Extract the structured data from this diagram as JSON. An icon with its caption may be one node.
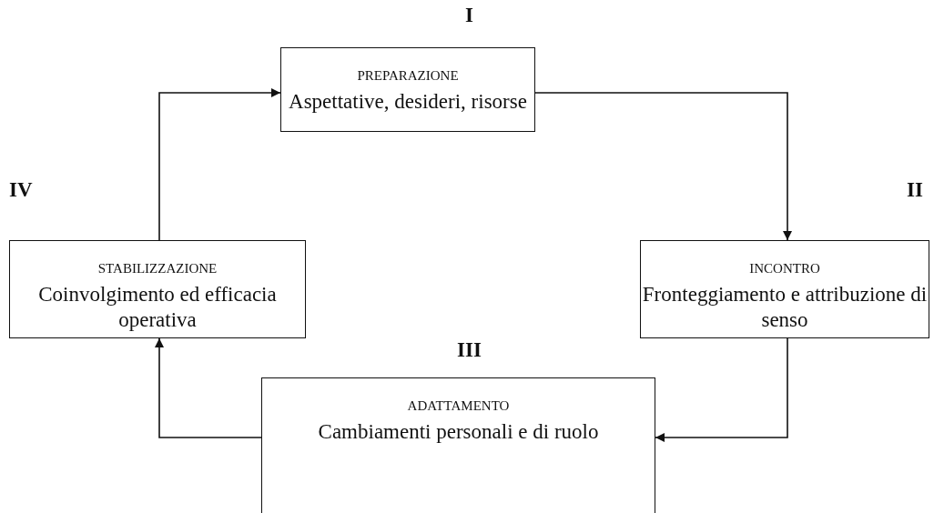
{
  "diagram": {
    "nodes": [
      {
        "text": [
          "PREPARAZIONE",
          "Aspettative, desideri, risorse"
        ],
        "beside": [
          "I"
        ]
      },
      {
        "text": [
          "INCONTRO",
          "Fronteggiamento e attribuzione di senso"
        ],
        "beside": [
          "II"
        ]
      },
      {
        "text": [
          "ADATTAMENTO",
          "Cambiamenti personali e di ruolo"
        ],
        "beside": [
          "III"
        ]
      },
      {
        "text": [
          "STABILIZZAZIONE",
          "Coinvolgimento ed efficacia operativa"
        ],
        "beside": [
          "IV"
        ]
      }
    ],
    "edges": [
      {
        "from": 3,
        "to": 0,
        "arrow": "to"
      },
      {
        "from": 0,
        "to": 1,
        "arrow": "to"
      },
      {
        "from": 1,
        "to": 2,
        "arrow": "to"
      },
      {
        "from": 2,
        "to": 3,
        "arrow": "to"
      }
    ]
  }
}
